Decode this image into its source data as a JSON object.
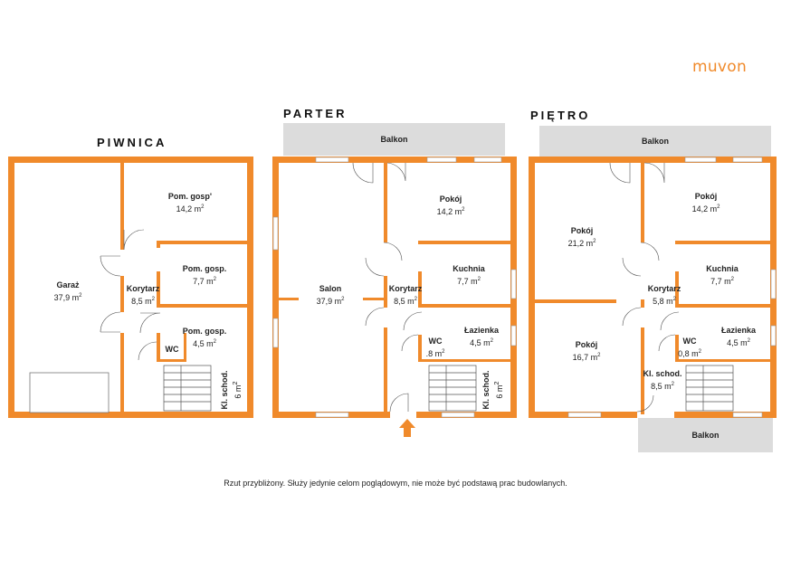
{
  "logo": "muvon",
  "floors": [
    {
      "title": "PIWNICA",
      "rooms": [
        {
          "name": "Garaż",
          "area": "37,9 m"
        },
        {
          "name": "Pom. gosp'",
          "area": "14,2 m"
        },
        {
          "name": "Pom. gosp.",
          "area": "7,7 m"
        },
        {
          "name": "Korytarz",
          "area": "8,5 m"
        },
        {
          "name": "Pom. gosp.",
          "area": "4,5 m"
        },
        {
          "name": "WC",
          "area": ""
        },
        {
          "name": "Kl. schod.",
          "area": "6 m"
        }
      ]
    },
    {
      "title": "PARTER",
      "balcony": "Balkon",
      "rooms": [
        {
          "name": "Salon",
          "area": "37,9 m"
        },
        {
          "name": "Pokój",
          "area": "14,2 m"
        },
        {
          "name": "Korytarz",
          "area": "8,5 m"
        },
        {
          "name": "Kuchnia",
          "area": "7,7 m"
        },
        {
          "name": "WC",
          "area": ".8 m"
        },
        {
          "name": "Łazienka",
          "area": "4,5 m"
        },
        {
          "name": "Kl. schod.",
          "area": "6 m"
        }
      ]
    },
    {
      "title": "PIĘTRO",
      "balcony_top": "Balkon",
      "balcony_bottom": "Balkon",
      "rooms": [
        {
          "name": "Pokój",
          "area": "21,2 m"
        },
        {
          "name": "Pokój",
          "area": "14,2 m"
        },
        {
          "name": "Korytarz",
          "area": "5,8 m"
        },
        {
          "name": "Kuchnia",
          "area": "7,7 m"
        },
        {
          "name": "WC",
          "area": "0,8 m"
        },
        {
          "name": "Łazienka",
          "area": "4,5 m"
        },
        {
          "name": "Pokój",
          "area": "16,7 m"
        },
        {
          "name": "Kl. schod.",
          "area": "8,5 m"
        }
      ]
    }
  ],
  "sup": "2",
  "caption": "Rzut przybliżony. Służy jedynie celom poglądowym, nie może być podstawą prac budowlanych.",
  "colors": {
    "wall": "#f08a2b",
    "balcony": "#dcdcdc",
    "accent": "#f08a2b"
  }
}
